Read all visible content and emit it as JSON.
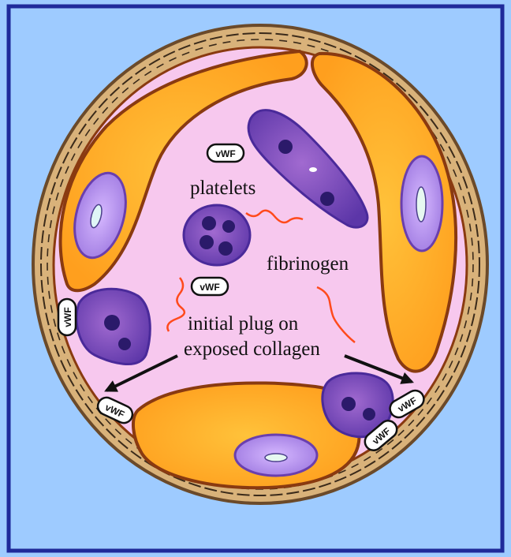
{
  "labels": {
    "platelets": "platelets",
    "fibrinogen": "fibrinogen",
    "plug_line1": "initial plug on",
    "plug_line2": "exposed collagen",
    "vwf": "vWF"
  },
  "colors": {
    "background": "#9ecbff",
    "frame_border": "#1f2a9a",
    "vessel_wall": "#d9b27a",
    "lumen": "#f7c8ee",
    "endothelial_cell": "#ffb22b",
    "cell_outline": "#8a3a10",
    "nucleus": "#b491ee",
    "platelet": "#6a3fae",
    "fibrinogen": "#ff4a1c"
  }
}
